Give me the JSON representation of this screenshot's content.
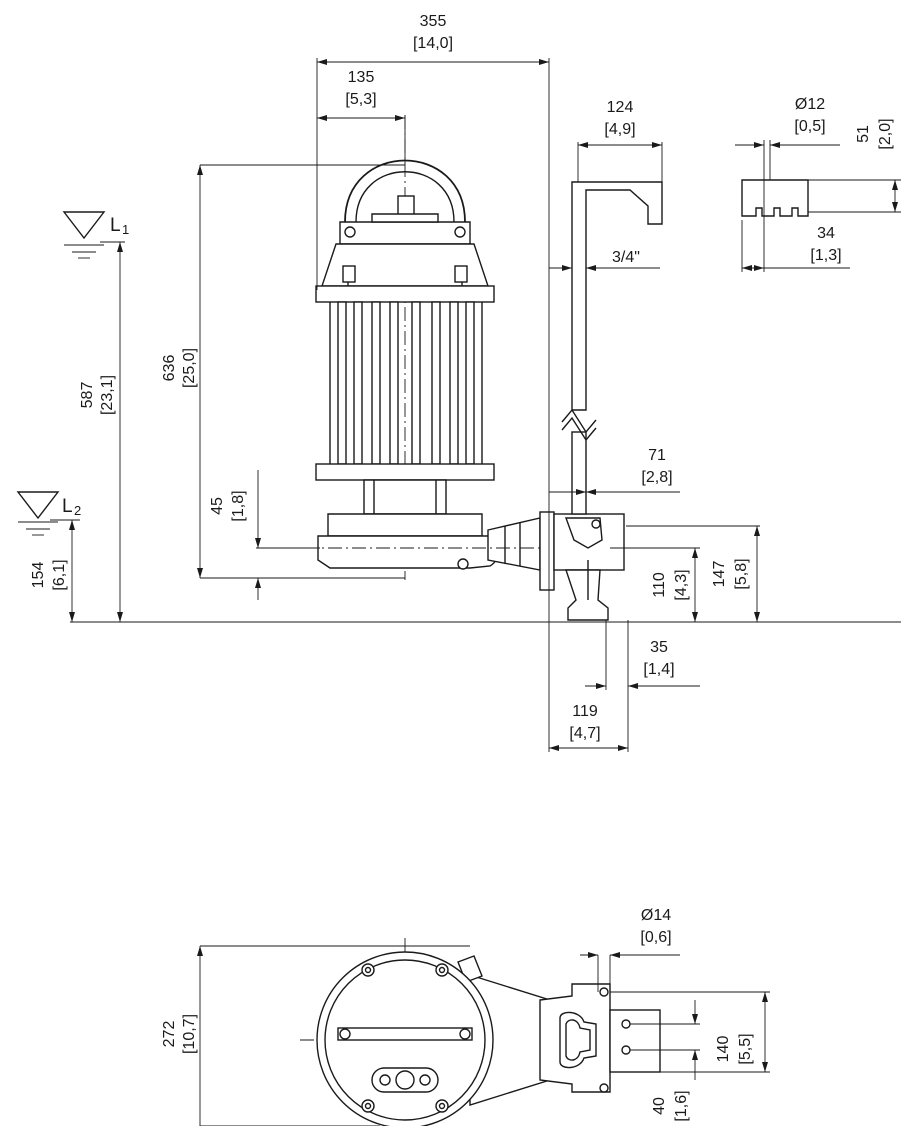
{
  "front": {
    "overall_width": {
      "value": "355",
      "inch": "[14,0]"
    },
    "axis_offset": {
      "value": "135",
      "inch": "[5,3]"
    },
    "rail_bracket": {
      "value": "124",
      "inch": "[4,9]"
    },
    "hole_dia": {
      "value": "Ø12",
      "inch": "[0,5]"
    },
    "bracket_height": {
      "value": "51",
      "inch": "[2,0]"
    },
    "bracket_width": {
      "value": "34",
      "inch": "[1,3]"
    },
    "pipe_size": {
      "value": "3/4\""
    },
    "level_l1": {
      "letter": "L",
      "sub": "1"
    },
    "level_l2": {
      "letter": "L",
      "sub": "2"
    },
    "level_l1_height": {
      "value": "587",
      "inch": "[23,1]"
    },
    "overall_height": {
      "value": "636",
      "inch": "[25,0]"
    },
    "outlet_height": {
      "value": "45",
      "inch": "[1,8]"
    },
    "level_l2_height": {
      "value": "154",
      "inch": "[6,1]"
    },
    "rail_offset": {
      "value": "71",
      "inch": "[2,8]"
    },
    "foot_axis_height": {
      "value": "110",
      "inch": "[4,3]"
    },
    "foot_height": {
      "value": "147",
      "inch": "[5,8]"
    },
    "foot_offset": {
      "value": "35",
      "inch": "[1,4]"
    },
    "foot_width": {
      "value": "119",
      "inch": "[4,7]"
    }
  },
  "top": {
    "hole_dia": {
      "value": "Ø14",
      "inch": "[0,6]"
    },
    "overall_depth": {
      "value": "272",
      "inch": "[10,7]"
    },
    "base_width": {
      "value": "140",
      "inch": "[5,5]"
    },
    "hole_spacing": {
      "value": "40",
      "inch": "[1,6]"
    }
  }
}
